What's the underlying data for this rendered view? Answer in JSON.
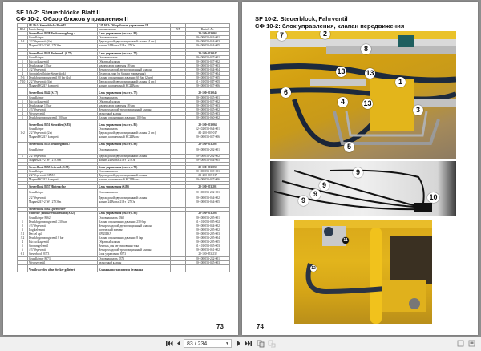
{
  "left_page": {
    "title_de": "SF 10-2: Steuerblöcke Blatt II",
    "title_ru": "СФ 10-2: Обзор блоков управления II",
    "page_number": "73",
    "table": {
      "header1": [
        "",
        "SF 10-2: Steuerblöcke Blatt II",
        "СФ 10-2: Обзор блоков управления II",
        "",
        ""
      ],
      "header2": [
        "Bild",
        "Bezeichnung",
        "наименование",
        "DIN",
        "Bestell.-Nr."
      ],
      "rows": [
        {
          "type": "grp",
          "pos": "",
          "de": "Steuerblock 8338 Bankverriegelung :",
          "ru": "Блок управления (см. стр. 98)",
          "din": "",
          "nr": "20-100-053-063"
        },
        {
          "type": "row",
          "pos": "",
          "de": "Grundkörper",
          "ru": "Основная часть",
          "din": "",
          "nr": "20-100-053-063-001"
        },
        {
          "type": "row",
          "pos": "1-4",
          "de": "2/2 Wegeventil (4x)",
          "ru": "Двухходовой двухпозиционный клапан (4 шт.)",
          "din": "",
          "nr": "20-100-053-054-003"
        },
        {
          "type": "row",
          "pos": "",
          "de": "Magnet 24V-21W ; 27 Ohm",
          "ru": "магнит 24 Вольт-21Вт ; 27 Ом",
          "din": "",
          "nr": "20-100-053-054-005"
        },
        {
          "type": "gap"
        },
        {
          "type": "grp",
          "pos": "",
          "de": "Steuerblock 8341 Bodenanb. (S.77)",
          "ru": "Блок управления (см. стр. 77)",
          "din": "",
          "nr": "20-100-053-047"
        },
        {
          "type": "row",
          "pos": "",
          "de": "Grundkörper",
          "ru": "Основная часть",
          "din": "",
          "nr": "20-100-053-047-001"
        },
        {
          "type": "row",
          "pos": "1",
          "de": "Rückschlagventil",
          "ru": "Обратный клапан",
          "din": "",
          "nr": "20-100-053-047-002"
        },
        {
          "type": "row",
          "pos": "2",
          "de": "Druckwaage 18 bar",
          "ru": "компенсатор давления 18 бар",
          "din": "",
          "nr": "20-100-053-047-003"
        },
        {
          "type": "row",
          "pos": "3",
          "de": "4/2 Wegeventil",
          "ru": "Четырехходовой двухпозиционный клапан",
          "din": "",
          "nr": "20-100-053-044-004"
        },
        {
          "type": "row",
          "pos": "4",
          "de": "Stromteiler (hinter Steuerblock)",
          "ru": "Делитель тока (за блоком управления)",
          "din": "",
          "nr": "20-100-053-047-004"
        },
        {
          "type": "row",
          "pos": "5-6",
          "de": "Druckbegrenzungsventil 60 bar (2x)",
          "ru": "Клапан ограничения давления 60 бар (2 шт.)",
          "din": "",
          "nr": "20-100-053-047-005"
        },
        {
          "type": "row",
          "pos": "7-10",
          "de": "2/2 Wegeventil (4x)",
          "ru": "Двухходовой двухпозиционный клапан (4 шт.)",
          "din": "",
          "nr": "S1-101-053-047-005"
        },
        {
          "type": "row",
          "pos": "",
          "de": "Magnet HC24V komplett",
          "ru": "магнит, комплектный HC24Вольт",
          "din": "",
          "nr": "20-100-053-047-006"
        },
        {
          "type": "gap"
        },
        {
          "type": "grp",
          "pos": "",
          "de": "Steuerblock 8342 (S.77)",
          "ru": "Блок управления (см. стр. 77)",
          "din": "",
          "nr": "20-100-053-045"
        },
        {
          "type": "row",
          "pos": "",
          "de": "Grundkörper",
          "ru": "Основная часть",
          "din": "",
          "nr": "20-100-053-045-001"
        },
        {
          "type": "row",
          "pos": "1",
          "de": "Rückschlagventil",
          "ru": "Обратный клапан",
          "din": "",
          "nr": "20-100-053-047-002"
        },
        {
          "type": "row",
          "pos": "2",
          "de": "Druckwaage 18 bar",
          "ru": "компенсатор давления 18 бар",
          "din": "",
          "nr": "20-100-053-047-003"
        },
        {
          "type": "row",
          "pos": "3",
          "de": "4/3 Wegeventil",
          "ru": "Четырехходовой трехпозиционный клапан",
          "din": "",
          "nr": "20-100-053-045-002"
        },
        {
          "type": "row",
          "pos": "4",
          "de": "Wechselventil",
          "ru": "челночный клапан",
          "din": "",
          "nr": "20-100-053-045-003"
        },
        {
          "type": "row",
          "pos": "5",
          "de": "Druckbegrenzungsventil 100 bar",
          "ru": "Клапан ограничения давления 100 бар",
          "din": "",
          "nr": "20-100-053-060-002"
        },
        {
          "type": "gap"
        },
        {
          "type": "grp",
          "pos": "",
          "de": "Steuerblock 8351 Siebräder (S.85)",
          "ru": "Блок управления (см. стр. 85)",
          "din": "",
          "nr": "20-100-053-064"
        },
        {
          "type": "row",
          "pos": "",
          "de": "Grundkörper",
          "ru": "Основная часть",
          "din": "",
          "nr": "52-102-053-064-001"
        },
        {
          "type": "row",
          "pos": "1+2",
          "de": "2/2 Wegeventil (2x)",
          "ru": "Двухходовой двухпозиционный клапан (2 шт.)",
          "din": "",
          "nr": "A1-200-803-017"
        },
        {
          "type": "row",
          "pos": "",
          "de": "Magnet HC24V komplett",
          "ru": "магнит, комплектный HC24Вольт",
          "din": "",
          "nr": "20-100-053-047-006"
        },
        {
          "type": "gap"
        },
        {
          "type": "grp",
          "pos": "",
          "de": "Steuerblock 8353 bei Integralfei.:",
          "ru": "Блок управления (см. стр. 89)",
          "din": "",
          "nr": "20-100-053-202"
        },
        {
          "type": "tall",
          "pos": "",
          "de": "Grundkörper",
          "ru": "Основная часть",
          "din": "",
          "nr": "20-100-053-202-001"
        },
        {
          "type": "row",
          "pos": "1",
          "de": "2/2 Wegeventil",
          "ru": "Двухходовой двухпозиционный клапан",
          "din": "",
          "nr": "20-100-053-202-002"
        },
        {
          "type": "row",
          "pos": "",
          "de": "Magnet 24V-21W ; 27 Ohm",
          "ru": "магнит 24 Вольт-21Вт ; 27 Ом",
          "din": "",
          "nr": "20-100-053-054-005"
        },
        {
          "type": "gap"
        },
        {
          "type": "grp",
          "pos": "",
          "de": "Steuerblock 8355 Seitenkl. (S.78)",
          "ru": "Блок управления (см. стр. 78)",
          "din": "",
          "nr": "20-100-053-059"
        },
        {
          "type": "row",
          "pos": "",
          "de": "Grundkörper",
          "ru": "Основная часть",
          "din": "",
          "nr": "20-100-053-059-001"
        },
        {
          "type": "row",
          "pos": "",
          "de": "2/2 Wegeventil SINZA",
          "ru": "Двухходовой двухпозиционный клапан",
          "din": "",
          "nr": "A1-200-803-017"
        },
        {
          "type": "row",
          "pos": "",
          "de": "Magnet HC24V komplett",
          "ru": "магнит, комплектный HC24Вольт",
          "din": "",
          "nr": "20-100-053-047-006"
        },
        {
          "type": "gap"
        },
        {
          "type": "grp",
          "pos": "",
          "de": "Steuerblock 8357 Hinterachse :",
          "ru": "Блок управления (S.89)",
          "din": "",
          "nr": "20-100-053-201"
        },
        {
          "type": "tall",
          "pos": "",
          "de": "Grundkörper",
          "ru": "Основная часть",
          "din": "",
          "nr": "20-100-053-202-001"
        },
        {
          "type": "row",
          "pos": "",
          "de": "2/2 Wegeventil",
          "ru": "Двухходовой двухпозиционный клапан",
          "din": "",
          "nr": "20-100-053-054-002"
        },
        {
          "type": "row",
          "pos": "",
          "de": "Magnet 24V-21W ; 27 Ohm",
          "ru": "магнит 24 Вольт-21Вт ; 27 Ом",
          "din": "",
          "nr": "20-100-053-054-005"
        },
        {
          "type": "gap"
        },
        {
          "type": "grp",
          "pos": "",
          "de": "Steuerblock 8362 Querförder-",
          "ru": "",
          "din": "",
          "nr": ""
        },
        {
          "type": "grp",
          "pos": "",
          "de": "schnecke ; Bunkerentladeband (S.82)",
          "ru": "Блок управления (см. стр. 82)",
          "din": "",
          "nr": "20-100-053-205"
        },
        {
          "type": "row",
          "pos": "",
          "de": "Grundkörper 8362",
          "ru": "Основная часть 8362",
          "din": "",
          "nr": "20-100-053-205-001"
        },
        {
          "type": "row",
          "pos": "1",
          "de": "Druckbegrenzungsventil 230 bar",
          "ru": "Клапан ограничения давления 230 бар",
          "din": "",
          "nr": "S1-101-053-005-002"
        },
        {
          "type": "row",
          "pos": "2",
          "de": "4/3 Wegeventil",
          "ru": "Четырехходовой двухпозиционный клапан",
          "din": "",
          "nr": "20-100-053-044-002"
        },
        {
          "type": "row",
          "pos": "3",
          "de": "Logikelement",
          "ru": "логический элемент",
          "din": "",
          "nr": "20-100-053-205-002"
        },
        {
          "type": "row",
          "pos": "3.1",
          "de": "Deckel kpl.",
          "ru": "КРЫШКА",
          "din": "",
          "nr": "20-100-053-205-003"
        },
        {
          "type": "row",
          "pos": "3.2",
          "de": "Druckbegrenzungsventil 8 bar",
          "ru": "Клапан ограничения давления 8 бар",
          "din": "",
          "nr": "20-100-053-205-004"
        },
        {
          "type": "row",
          "pos": "4",
          "de": "Rückschlagventil",
          "ru": "Обратный клапан",
          "din": "",
          "nr": "20-100-053-205-005"
        },
        {
          "type": "row",
          "pos": "5",
          "de": "Stromregelventil",
          "ru": "Вентиль для регулирования тока",
          "din": "",
          "nr": "S1-101-053-055-003"
        },
        {
          "type": "row",
          "pos": "6",
          "de": "4/3 Wegeventil",
          "ru": "Четырехходовой трехпозиционный клапан",
          "din": "",
          "nr": "20-100-053-061-002"
        },
        {
          "type": "row",
          "pos": "6.1",
          "de": "Steuerblock 8373",
          "ru": "Блок управления 8373",
          "din": "",
          "nr": "20-100-053-232"
        },
        {
          "type": "row",
          "pos": "",
          "de": "Grundkörper 8373",
          "ru": "Основная часть 8373",
          "din": "",
          "nr": "20-100-053-232-001"
        },
        {
          "type": "row",
          "pos": "",
          "de": "Wechselventil",
          "ru": "челночный клапан",
          "din": "",
          "nr": "20-100-053-045-003"
        },
        {
          "type": "gap"
        },
        {
          "type": "grp",
          "pos": "",
          "de": "Ventile werden ohne Stecker geliefert",
          "ru": "Клапаны поставляются без вилки",
          "din": "",
          "nr": ""
        }
      ]
    }
  },
  "right_page": {
    "title_de": "SF 10-2: Steuerblock, Fahrventil",
    "title_ru": "СФ 10-2: блок управления, клапан передвижения",
    "page_number": "74",
    "photo1_callouts": [
      "7",
      "2",
      "8",
      "13",
      "13",
      "1",
      "6",
      "4",
      "13",
      "3",
      "5"
    ],
    "photo2_callouts": [
      "9",
      "9",
      "9",
      "9",
      "10"
    ],
    "photo3_callouts": [
      "11",
      "12"
    ]
  },
  "toolbar": {
    "first_page": "first-page",
    "prev_page": "prev-page",
    "page_indicator": "83 / 234",
    "next_page": "next-page",
    "last_page": "last-page",
    "single_page_view": "single-page-view",
    "two_page_view": "two-page-view",
    "fit_page": "fit-page",
    "full_screen": "full-screen"
  }
}
